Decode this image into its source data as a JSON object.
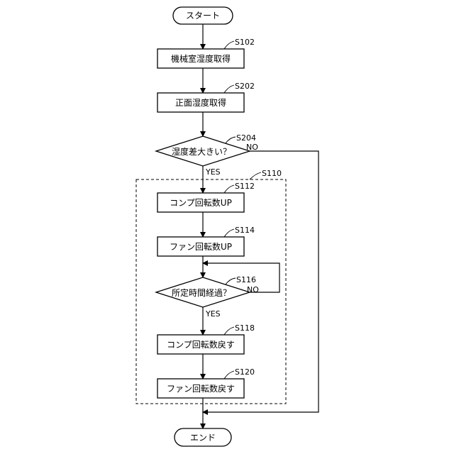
{
  "flowchart": {
    "start": {
      "label": "スタート"
    },
    "end": {
      "label": "エンド"
    },
    "steps": {
      "s102": {
        "id": "S102",
        "label": "機械室湿度取得"
      },
      "s202": {
        "id": "S202",
        "label": "正面湿度取得"
      },
      "s204": {
        "id": "S204",
        "label": "湿度差大きい？"
      },
      "s110": {
        "id": "S110"
      },
      "s112": {
        "id": "S112",
        "label": "コンプ回転数UP"
      },
      "s114": {
        "id": "S114",
        "label": "ファン回転数UP"
      },
      "s116": {
        "id": "S116",
        "label": "所定時間経過？"
      },
      "s118": {
        "id": "S118",
        "label": "コンプ回転数戻す"
      },
      "s120": {
        "id": "S120",
        "label": "ファン回転数戻す"
      }
    },
    "branches": {
      "s204_yes": "YES",
      "s204_no": "NO",
      "s116_yes": "YES",
      "s116_no": "NO"
    }
  }
}
